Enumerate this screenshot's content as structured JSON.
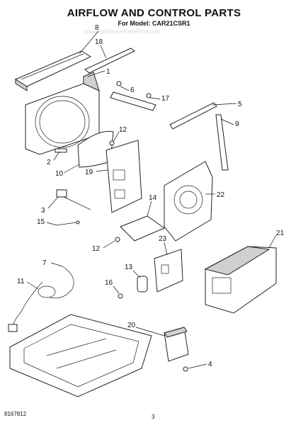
{
  "header": {
    "title": "AIRFLOW AND CONTROL PARTS",
    "subtitle": "For Model: CAR21CSR1"
  },
  "watermark": "www.AppliancePartsPros.com",
  "footer": {
    "doc_number": "8167812",
    "page_number": "3"
  },
  "callouts": [
    {
      "id": "c8",
      "label": "8"
    },
    {
      "id": "c18",
      "label": "18"
    },
    {
      "id": "c1",
      "label": "1"
    },
    {
      "id": "c6",
      "label": "6"
    },
    {
      "id": "c17",
      "label": "17"
    },
    {
      "id": "c5",
      "label": "5"
    },
    {
      "id": "c12a",
      "label": "12"
    },
    {
      "id": "c9",
      "label": "9"
    },
    {
      "id": "c2",
      "label": "2"
    },
    {
      "id": "c10",
      "label": "10"
    },
    {
      "id": "c19",
      "label": "19"
    },
    {
      "id": "c22",
      "label": "22"
    },
    {
      "id": "c14",
      "label": "14"
    },
    {
      "id": "c3",
      "label": "3"
    },
    {
      "id": "c15",
      "label": "15"
    },
    {
      "id": "c21",
      "label": "21"
    },
    {
      "id": "c23",
      "label": "23"
    },
    {
      "id": "c12b",
      "label": "12"
    },
    {
      "id": "c7",
      "label": "7"
    },
    {
      "id": "c13",
      "label": "13"
    },
    {
      "id": "c11",
      "label": "11"
    },
    {
      "id": "c16",
      "label": "16"
    },
    {
      "id": "c20",
      "label": "20"
    },
    {
      "id": "c4",
      "label": "4"
    }
  ]
}
